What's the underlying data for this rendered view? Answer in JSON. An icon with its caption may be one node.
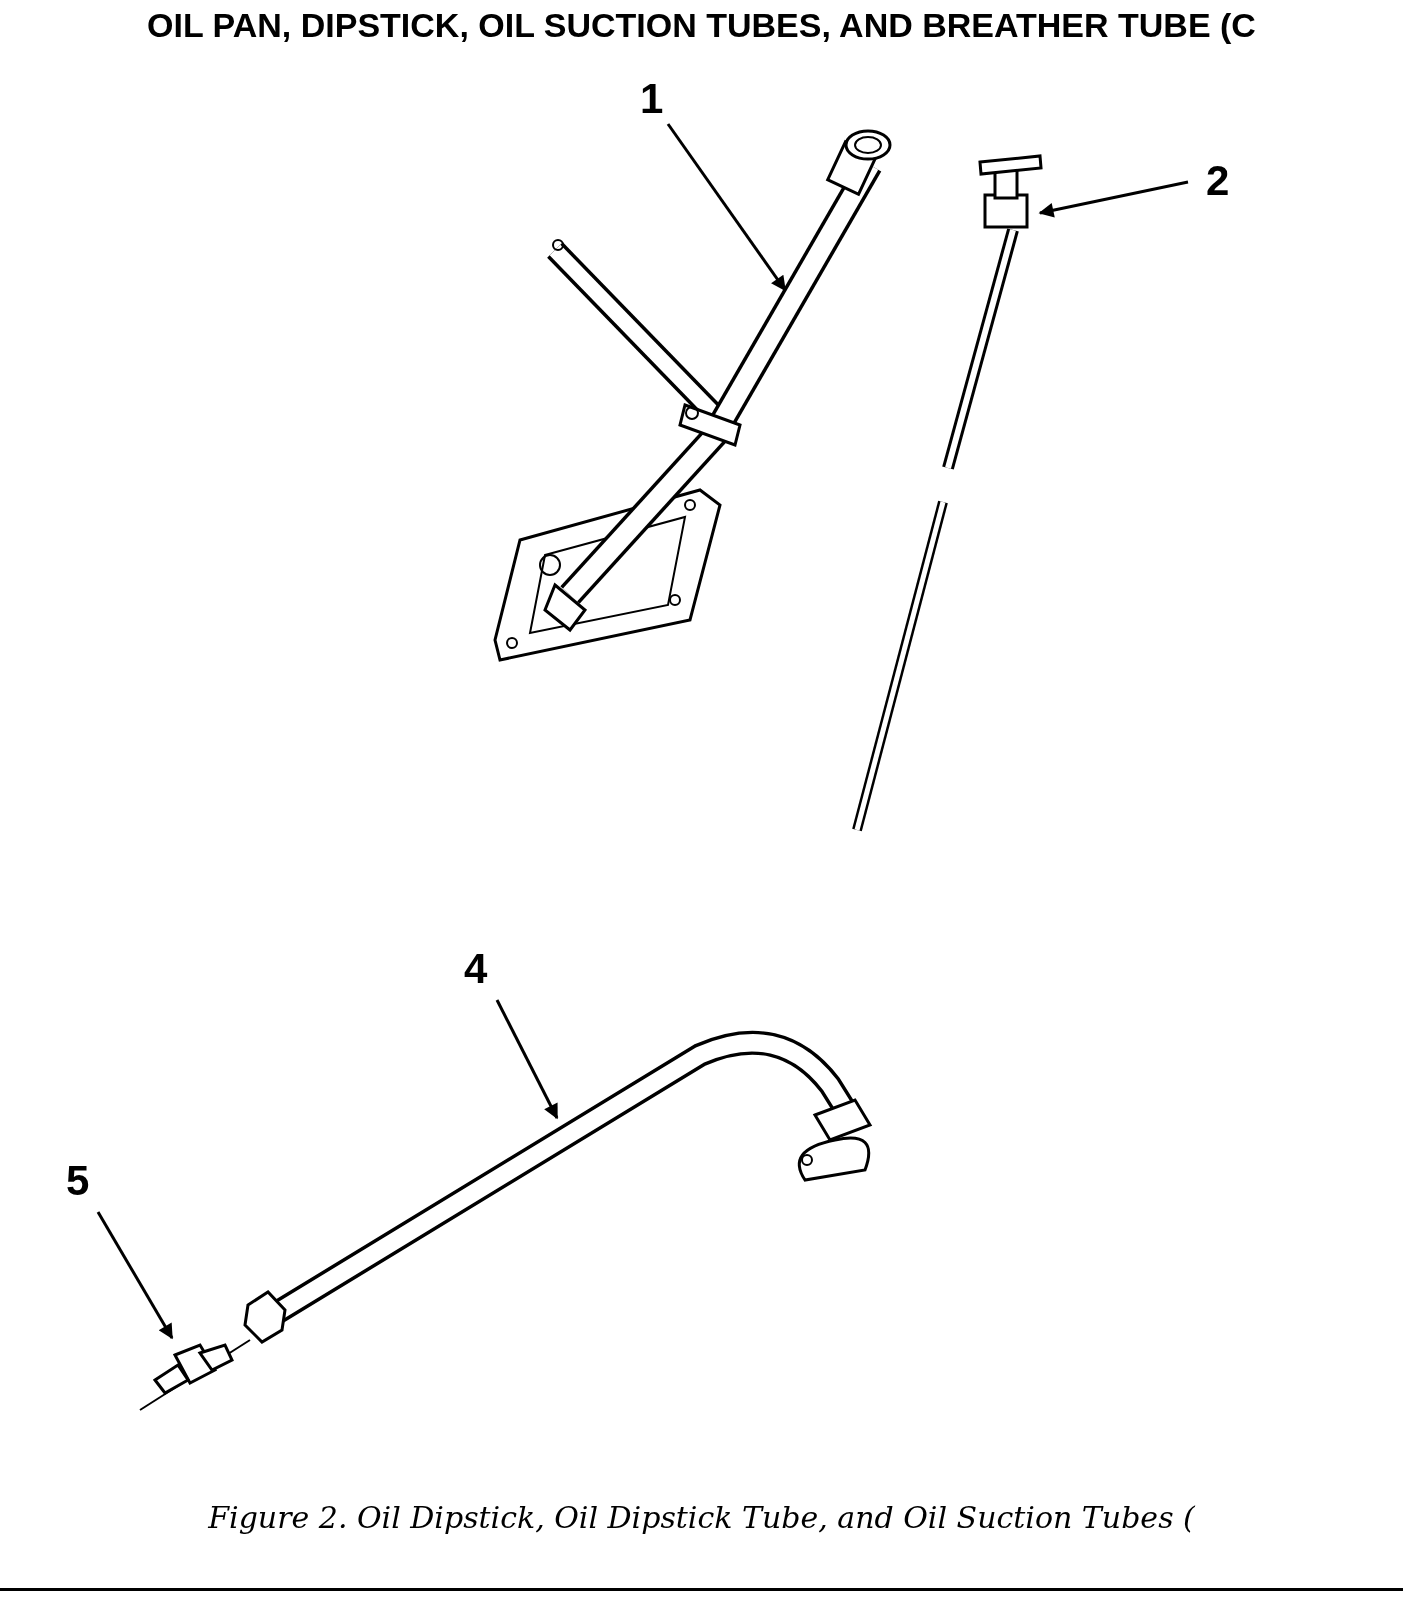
{
  "diagram": {
    "title": "OIL PAN, DIPSTICK, OIL SUCTION TUBES, AND BREATHER TUBE (C",
    "caption": "Figure 2. Oil Dipstick, Oil Dipstick Tube, and Oil Suction Tubes (",
    "nodes": [
      {
        "text": [
          "1"
        ]
      },
      {
        "text": [],
        "shape": "picture"
      },
      {
        "text": [
          "2"
        ]
      },
      {
        "text": [],
        "shape": "picture"
      },
      {
        "text": [
          "4"
        ]
      },
      {
        "text": [],
        "shape": "picture"
      },
      {
        "text": [
          "5"
        ]
      },
      {
        "text": [],
        "shape": "picture"
      }
    ],
    "edges": [
      {
        "from": 0,
        "to": 1,
        "arrow": "to"
      },
      {
        "from": 2,
        "to": 3,
        "arrow": "to"
      },
      {
        "from": 4,
        "to": 5,
        "arrow": "to"
      },
      {
        "from": 6,
        "to": 7,
        "arrow": "to"
      }
    ]
  }
}
